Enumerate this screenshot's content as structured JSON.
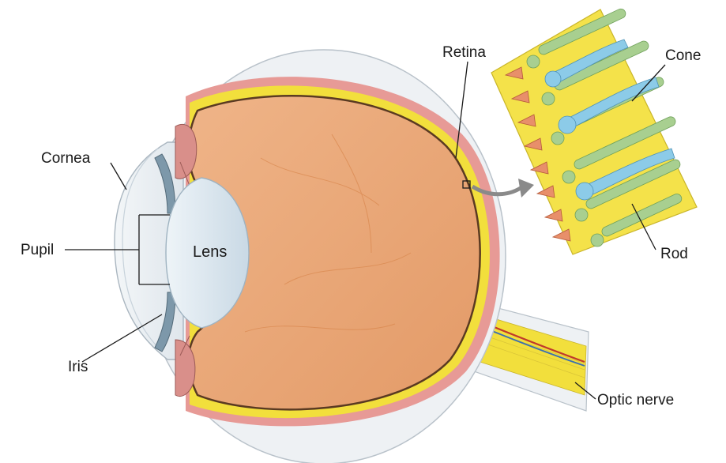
{
  "labels": {
    "cornea": "Cornea",
    "pupil": "Pupil",
    "iris": "Iris",
    "lens": "Lens",
    "retina": "Retina",
    "cone": "Cone",
    "rod": "Rod",
    "optic_nerve": "Optic nerve"
  },
  "colors": {
    "vitreous": "#e8a06e",
    "retina_layer": "#f2df3c",
    "choroid": "#e79a96",
    "sclera": "#eef1f4",
    "lens": "#d9e6ef",
    "iris": "#7d98aa",
    "ciliary": "#c98c86",
    "rod_cell": "#a8cf90",
    "cone_cell": "#8ccbe8",
    "retina_patch": "#f4e24a",
    "arrow": "#8a8a8a"
  }
}
